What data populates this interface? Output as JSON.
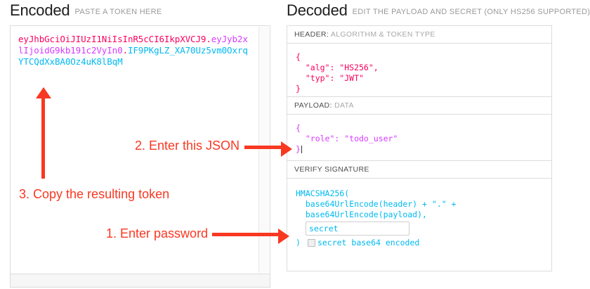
{
  "encoded": {
    "title": "Encoded",
    "subtitle": "PASTE A TOKEN HERE",
    "token": {
      "header": "eyJhbGciOiJIUzI1NiIsInR5cCI6IkpXVCJ9",
      "dot1": ".",
      "payload": "eyJyb2xlIjoidG9kb191c2VyIn0",
      "dot2": ".",
      "signature": "IF9PKgLZ_XA70Uz5vm0OxrqYTCQdXxBA0Oz4uK8lBqM"
    },
    "colors": {
      "header": "#fb015b",
      "payload": "#d63aff",
      "signature": "#00b9f1"
    }
  },
  "decoded": {
    "title": "Decoded",
    "subtitle": "EDIT THE PAYLOAD AND SECRET (ONLY HS256 SUPPORTED)",
    "sections": {
      "header": {
        "label_strong": "HEADER:",
        "label_faint": "ALGORITHM & TOKEN TYPE",
        "body": "{\n  \"alg\": \"HS256\",\n  \"typ\": \"JWT\"\n}"
      },
      "payload": {
        "label_strong": "PAYLOAD:",
        "label_faint": "DATA",
        "body_line1": "{",
        "body_line2": "  \"role\": \"todo_user\"",
        "body_line3": "}"
      },
      "signature": {
        "label_strong": "VERIFY SIGNATURE",
        "label_faint": "",
        "line1": "HMACSHA256(",
        "line2": "  base64UrlEncode(header) + \".\" +",
        "line3": "  base64UrlEncode(payload),",
        "secret_value": "secret",
        "secret_placeholder": "secret",
        "close_paren": ")",
        "base64_label": "secret base64 encoded",
        "base64_checked": false
      }
    }
  },
  "annotations": {
    "color": "#f93822",
    "step1": "1. Enter password",
    "step2": "2. Enter this JSON",
    "step3": "3. Copy the resulting token"
  }
}
